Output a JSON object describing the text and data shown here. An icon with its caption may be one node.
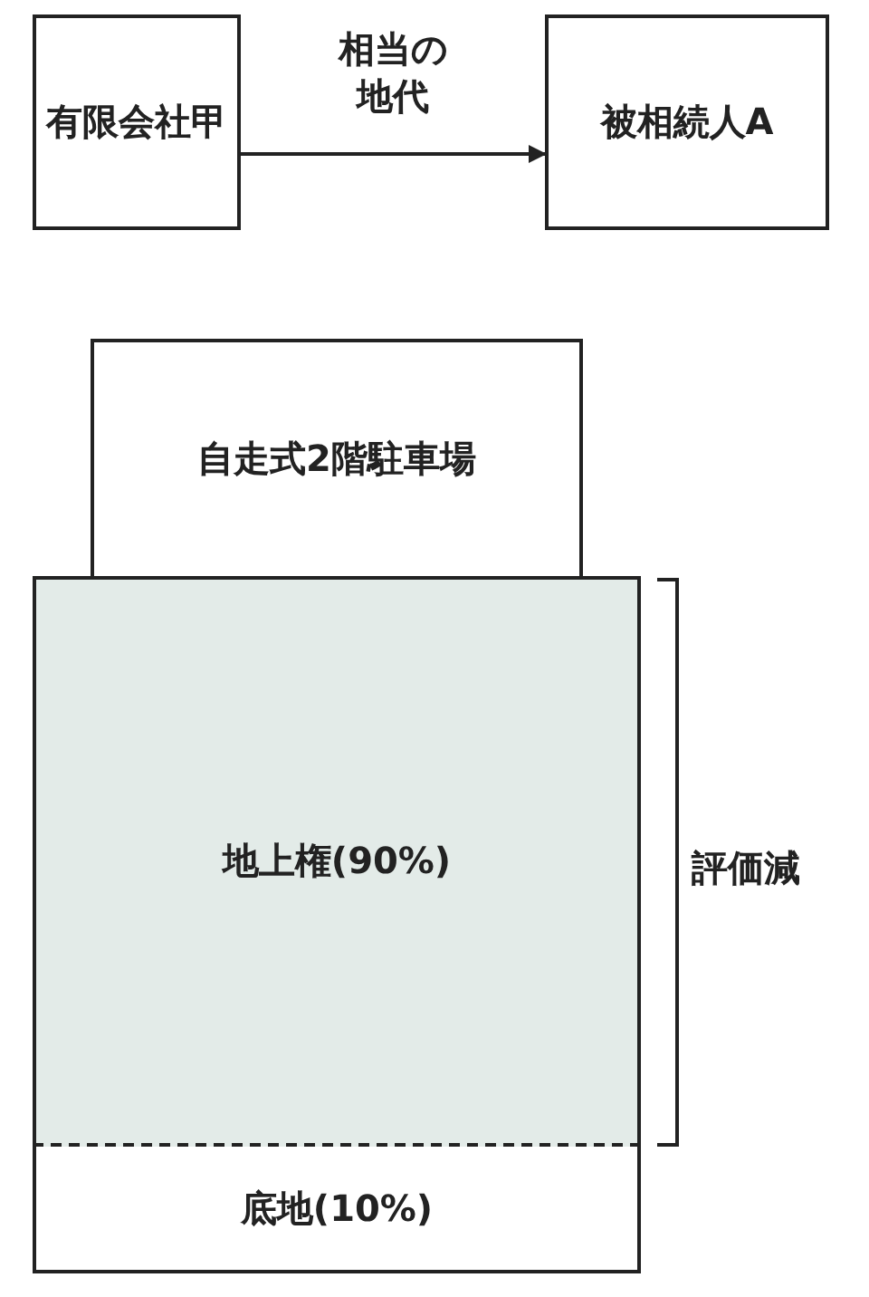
{
  "diagram": {
    "nodes": [
      {
        "text": [
          "有限会社甲"
        ]
      },
      {
        "text": [
          "被相続人A"
        ]
      },
      {
        "text": [
          "自走式2階駐車場"
        ]
      },
      {
        "text": [
          "地上権(90%)"
        ]
      },
      {
        "text": [
          "底地(10%)"
        ]
      }
    ],
    "edges": [
      {
        "from": 0,
        "to": 1,
        "arrow": "to",
        "label": "相当の地代"
      }
    ],
    "labels": [
      "評価減"
    ]
  }
}
